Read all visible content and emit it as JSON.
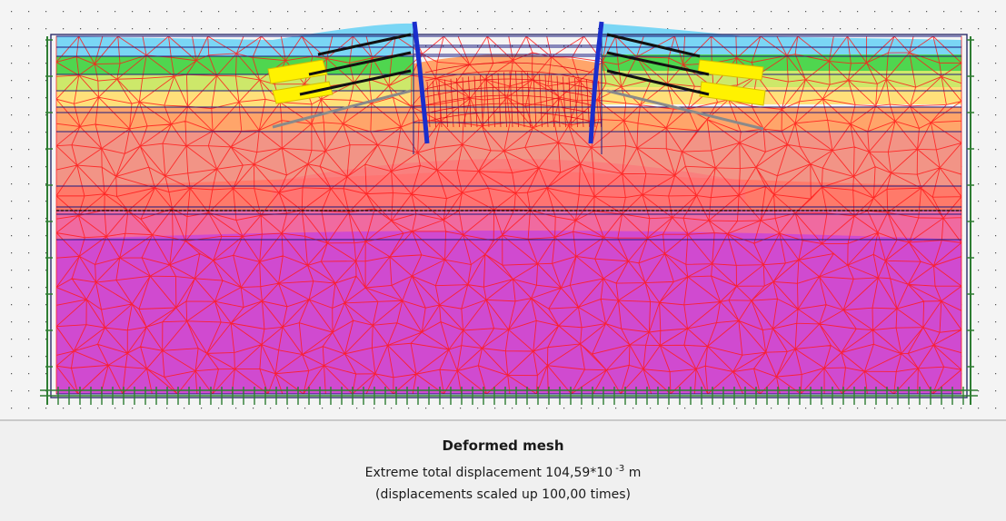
{
  "caption": {
    "title": "Deformed mesh",
    "displacement_label": "Extreme total displacement ",
    "displacement_value": "104,59*10",
    "displacement_exponent": " -3",
    "displacement_unit": " m",
    "scale_note": "(displacements scaled up 100,00 times)"
  },
  "colors": {
    "background": "#f4f4f4",
    "mesh_lines": "#ff1a1a",
    "boundary_lines": "#1a1a80",
    "fixity_lines": "#2e7d32",
    "walls": "#1a2ecc",
    "anchors_black": "#111111",
    "anchors_grey": "#8a8a8a",
    "layer_colors": [
      "#7ad6f5",
      "#4fd64f",
      "#cde86a",
      "#ffe07a",
      "#ffa56a",
      "#f29486",
      "#ff7a6a",
      "#f06aa0",
      "#d04ad0"
    ]
  },
  "icons": {
    "fixity": "fixity-marker-icon",
    "wall": "diaphragm-wall-icon",
    "anchor": "ground-anchor-icon"
  }
}
